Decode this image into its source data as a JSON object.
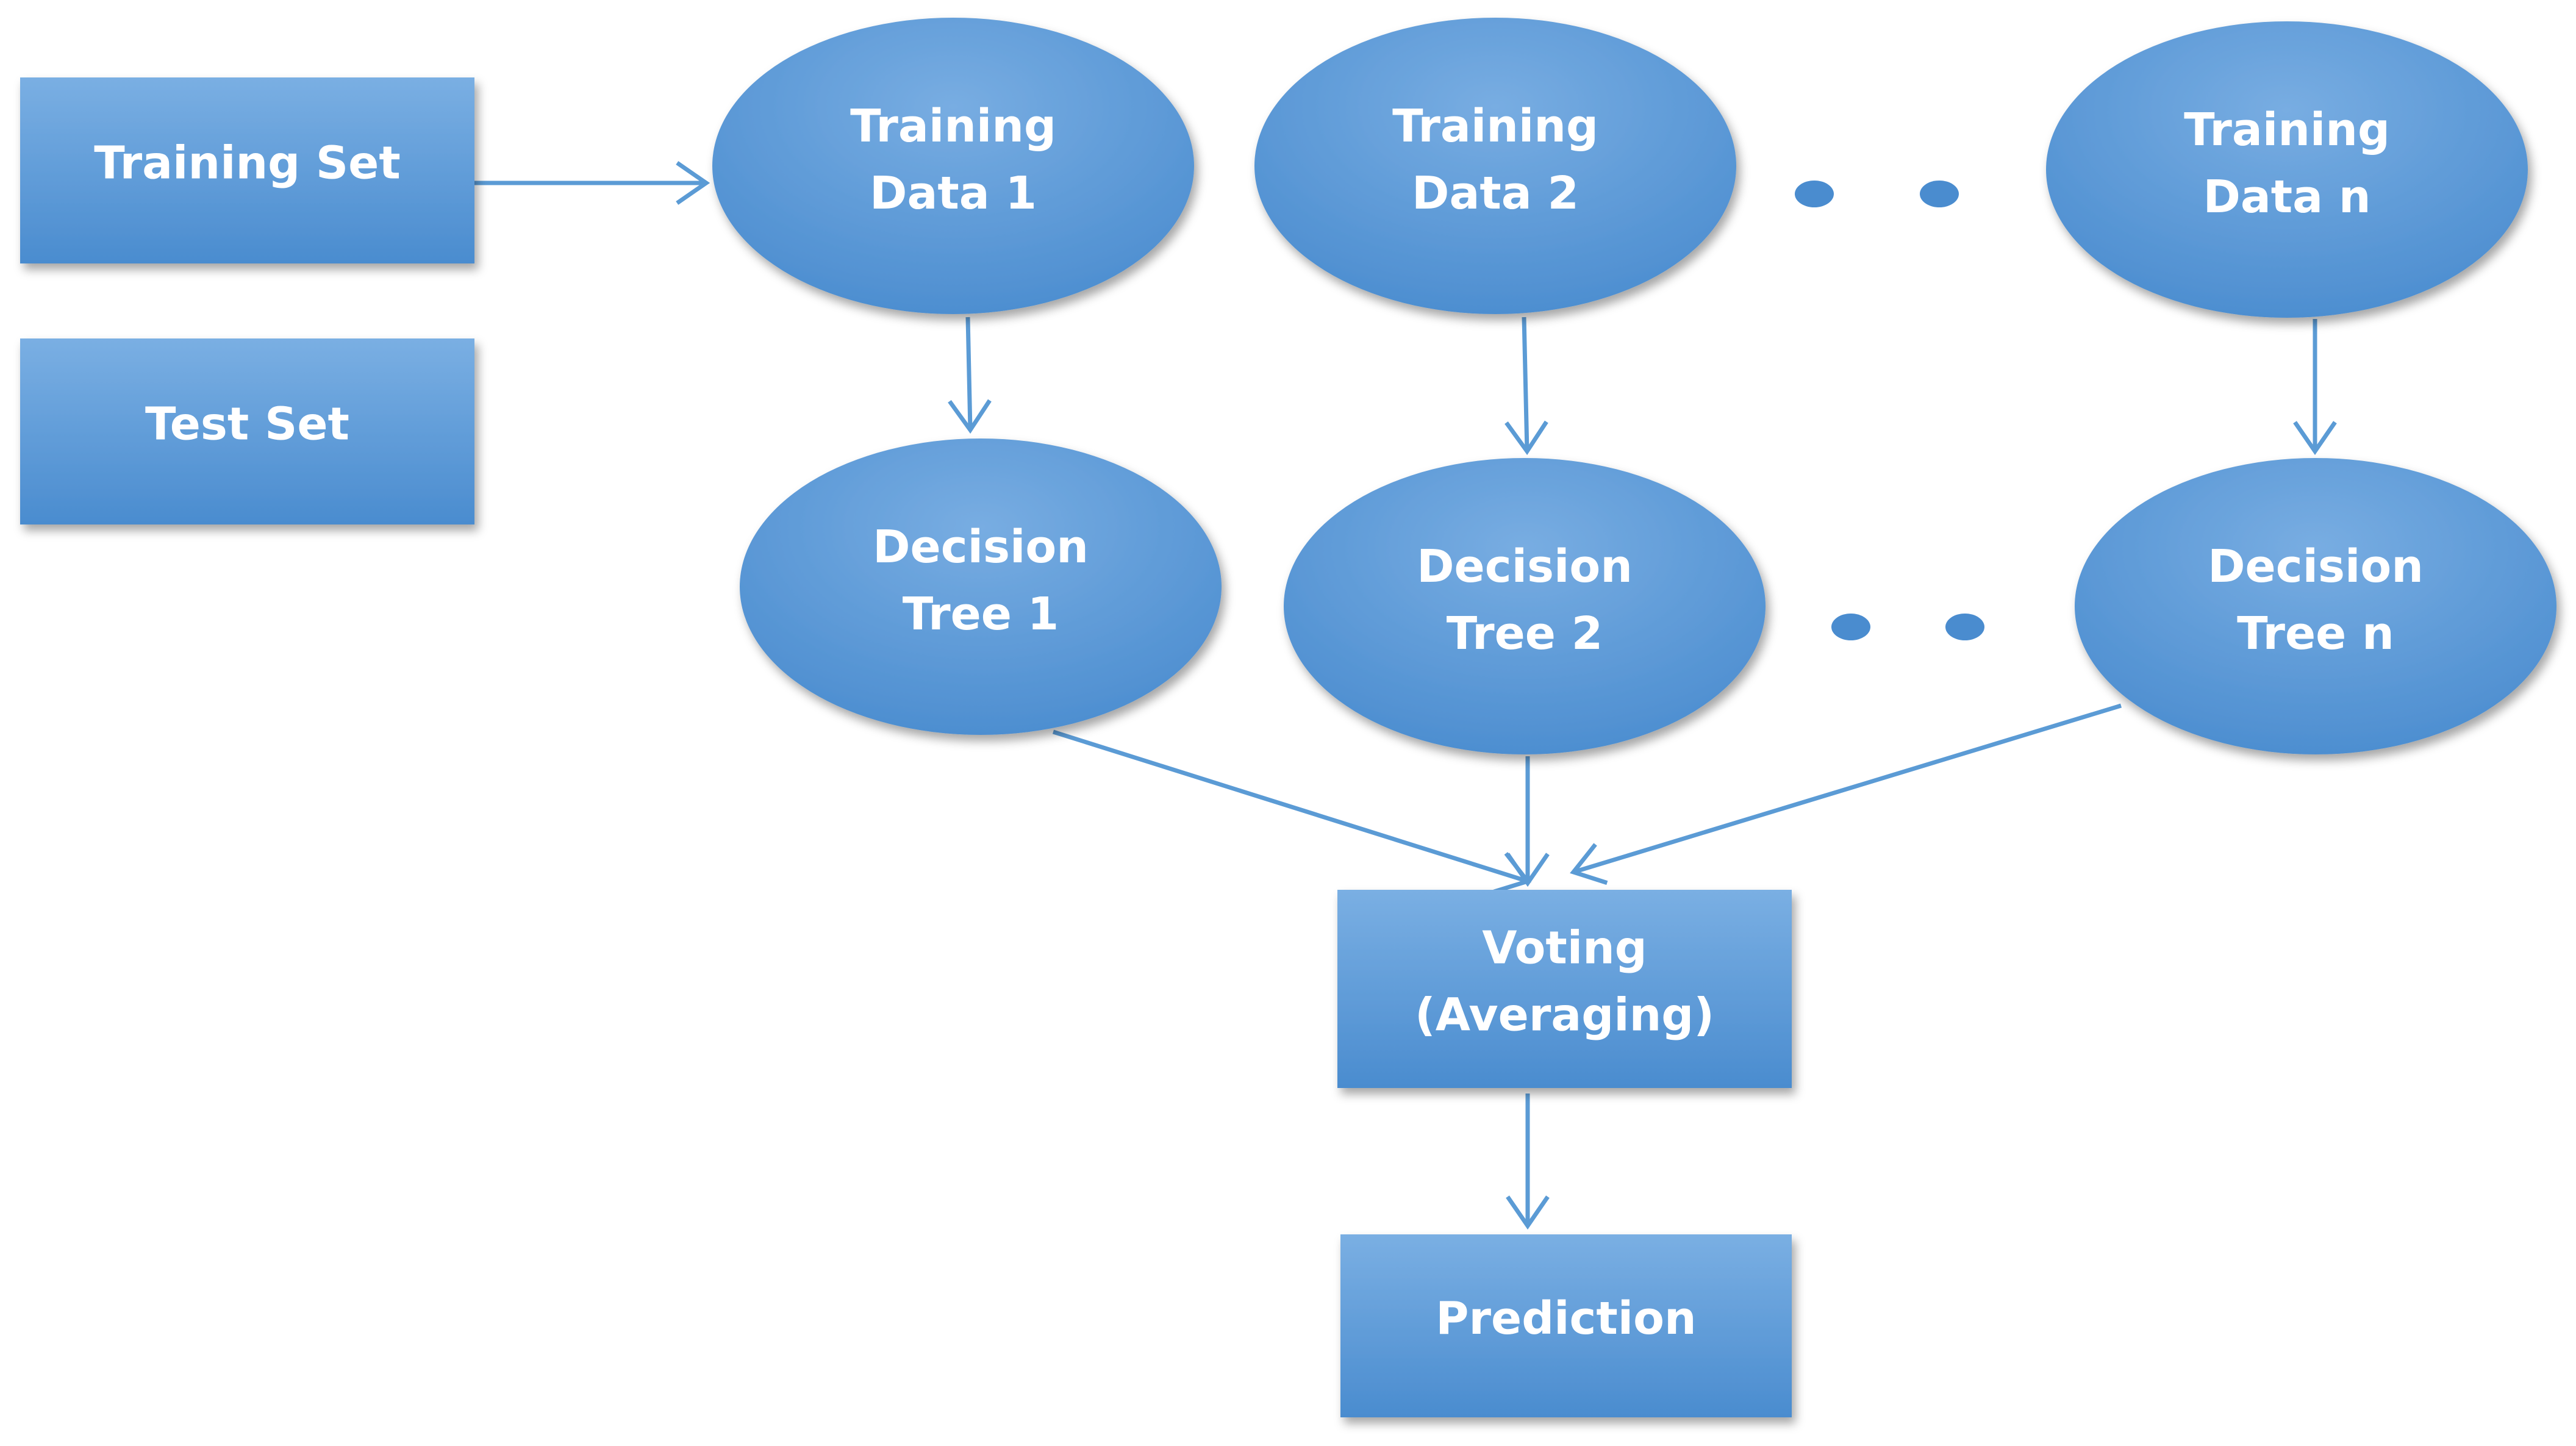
{
  "diagram": {
    "nodes": [
      {
        "id": "training-set",
        "shape": "rect",
        "lines": [
          "Training Set"
        ]
      },
      {
        "id": "test-set",
        "shape": "rect",
        "lines": [
          "Test Set"
        ]
      },
      {
        "id": "training-data-1",
        "shape": "ellipse",
        "lines": [
          "Training",
          "Data 1"
        ]
      },
      {
        "id": "training-data-2",
        "shape": "ellipse",
        "lines": [
          "Training",
          "Data 2"
        ]
      },
      {
        "id": "training-data-n",
        "shape": "ellipse",
        "lines": [
          "Training",
          "Data n"
        ]
      },
      {
        "id": "decision-tree-1",
        "shape": "ellipse",
        "lines": [
          "Decision",
          "Tree 1"
        ]
      },
      {
        "id": "decision-tree-2",
        "shape": "ellipse",
        "lines": [
          "Decision",
          "Tree 2"
        ]
      },
      {
        "id": "decision-tree-n",
        "shape": "ellipse",
        "lines": [
          "Decision",
          "Tree n"
        ]
      },
      {
        "id": "voting",
        "shape": "rect",
        "lines": [
          "Voting",
          "(Averaging)"
        ]
      },
      {
        "id": "prediction",
        "shape": "rect",
        "lines": [
          "Prediction"
        ]
      }
    ],
    "edges": [
      {
        "from": "training-set",
        "to": "training-data-1"
      },
      {
        "from": "training-data-1",
        "to": "decision-tree-1"
      },
      {
        "from": "training-data-2",
        "to": "decision-tree-2"
      },
      {
        "from": "training-data-n",
        "to": "decision-tree-n"
      },
      {
        "from": "decision-tree-1",
        "to": "voting"
      },
      {
        "from": "decision-tree-2",
        "to": "voting"
      },
      {
        "from": "decision-tree-n",
        "to": "voting"
      },
      {
        "from": "voting",
        "to": "prediction"
      }
    ],
    "ellipsis_groups": [
      "between-training-data",
      "between-decision-trees"
    ],
    "colors": {
      "node_fill_light": "#7aafe3",
      "node_fill_dark": "#4a8ccf",
      "edge": "#5b9bd5",
      "text": "#ffffff"
    }
  }
}
